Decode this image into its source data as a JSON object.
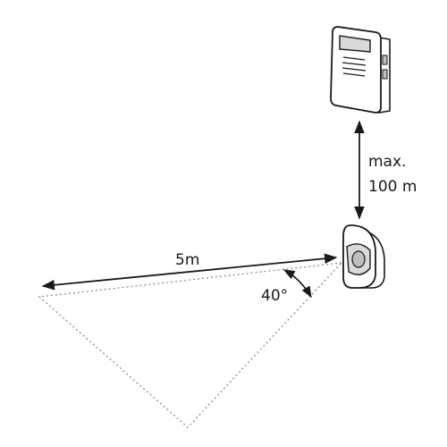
{
  "labels": {
    "distance": "5m",
    "angle": "40°",
    "range_line1": "max.",
    "range_line2": "100 m"
  },
  "colors": {
    "stroke": "#1a1a1a",
    "device_fill": "#ffffff",
    "detail_fill": "#d9d9d9",
    "sensor_fill": "#bfbfbf",
    "zone_stroke": "#8c8c8c"
  }
}
